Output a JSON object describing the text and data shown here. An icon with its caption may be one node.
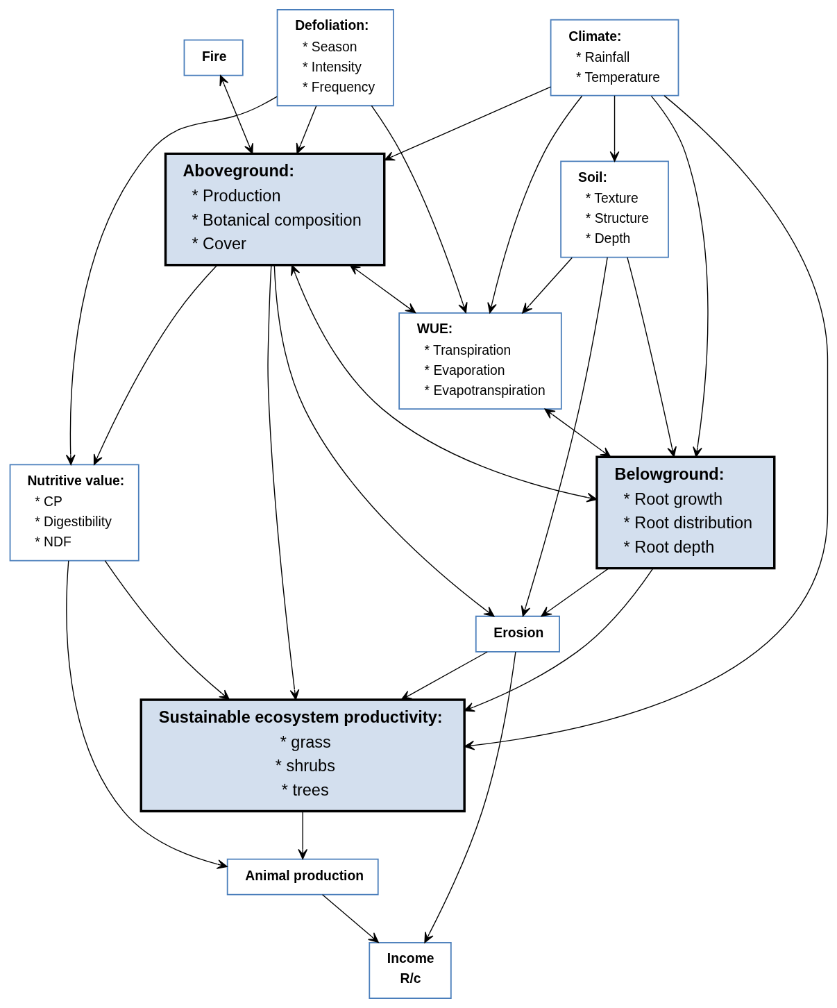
{
  "diagram": {
    "nodes": [
      {
        "text": [
          "Nutritive value:",
          "* CP",
          "* Digestibility",
          "* NDF"
        ]
      },
      {
        "text": [
          "Animal production"
        ]
      },
      {
        "text": [
          "Erosion"
        ]
      },
      {
        "text": [
          "Income",
          "R/c"
        ]
      },
      {
        "text": [
          "Fire"
        ]
      },
      {
        "text": [
          "Sustainable ecosystem productivity:",
          "* grass",
          "* shrubs",
          "* trees"
        ]
      },
      {
        "text": [
          "Aboveground:",
          "* Production",
          "* Botanical composition",
          "* Cover"
        ]
      },
      {
        "text": [
          "Belowground:",
          "* Root growth",
          "* Root distribution",
          "* Root depth"
        ]
      },
      {
        "text": [
          "Climate:",
          "* Rainfall",
          "* Temperature"
        ]
      },
      {
        "text": [
          "Soil:",
          "* Texture",
          "* Structure",
          "* Depth"
        ]
      },
      {
        "text": [
          "Defoliation:",
          "* Season",
          "* Intensity",
          "* Frequency"
        ]
      },
      {
        "text": [
          "WUE:",
          "* Transpiration",
          "* Evaporation",
          "* Evapotranspiration"
        ]
      }
    ],
    "edges": [
      {
        "from": 0,
        "to": 1,
        "arrow": "to"
      },
      {
        "from": 1,
        "to": 3,
        "arrow": "to"
      },
      {
        "from": 2,
        "to": 3,
        "arrow": "to"
      },
      {
        "from": 0,
        "to": 5,
        "arrow": "to"
      },
      {
        "from": 5,
        "to": 1,
        "arrow": "to"
      },
      {
        "from": 2,
        "to": 5,
        "arrow": "to"
      },
      {
        "from": 6,
        "to": 2,
        "arrow": "to"
      },
      {
        "from": 7,
        "to": 2,
        "arrow": "to"
      },
      {
        "from": 9,
        "to": 2,
        "arrow": "to"
      },
      {
        "from": 10,
        "to": 0,
        "arrow": "to"
      },
      {
        "from": 6,
        "to": 0,
        "arrow": "to"
      },
      {
        "from": 4,
        "to": 6,
        "arrow": "both"
      },
      {
        "from": 6,
        "to": 5,
        "arrow": "to"
      },
      {
        "from": 8,
        "to": 5,
        "arrow": "to"
      },
      {
        "from": 7,
        "to": 5,
        "arrow": "to"
      },
      {
        "from": 6,
        "to": 7,
        "arrow": "both"
      },
      {
        "from": 8,
        "to": 6,
        "arrow": "to"
      },
      {
        "from": 8,
        "to": 7,
        "arrow": "to"
      },
      {
        "from": 8,
        "to": 9,
        "arrow": "to"
      },
      {
        "from": 8,
        "to": 11,
        "arrow": "to"
      },
      {
        "from": 10,
        "to": 6,
        "arrow": "to"
      },
      {
        "from": 10,
        "to": 11,
        "arrow": "to"
      },
      {
        "from": 6,
        "to": 11,
        "arrow": "both"
      },
      {
        "from": 11,
        "to": 7,
        "arrow": "both"
      },
      {
        "from": 9,
        "to": 7,
        "arrow": "to"
      },
      {
        "from": 9,
        "to": 11,
        "arrow": "to"
      }
    ]
  }
}
